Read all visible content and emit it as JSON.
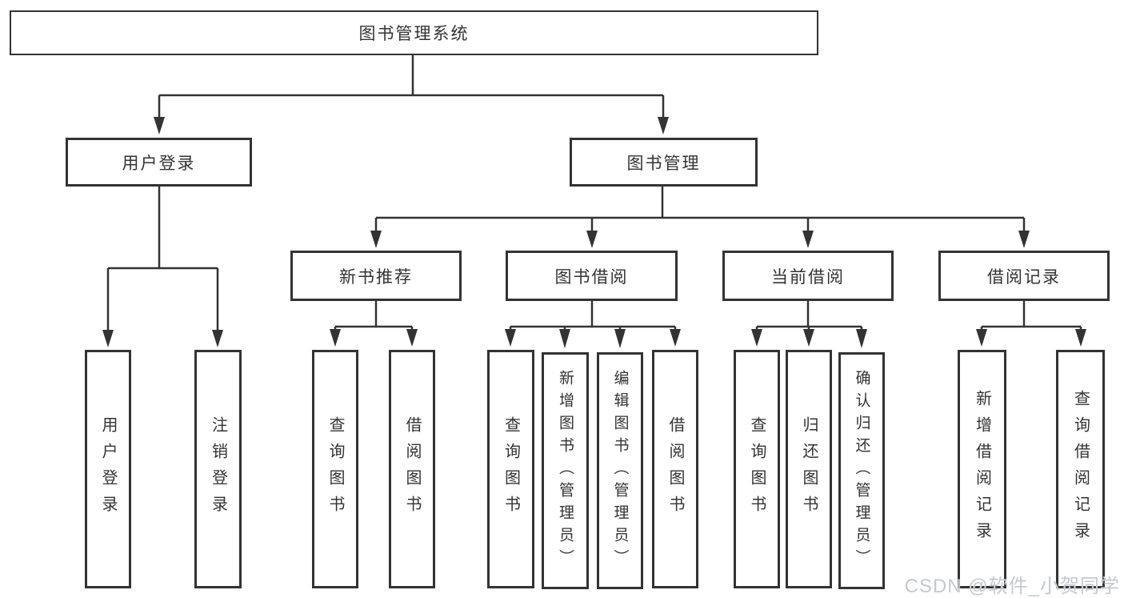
{
  "page": {
    "background": "#ffffff"
  },
  "colors": {
    "line": "#333333",
    "node_border": "#333333",
    "node_text": "#333333",
    "node_background": "#ffffff",
    "watermark_text": "#c5c9cd"
  },
  "watermark": {
    "text": "CSDN @软件_小贺同学"
  },
  "tree": {
    "root": {
      "label": "图书管理系统",
      "children": [
        {
          "label": "用户登录",
          "children": [
            {
              "label": "用户登录"
            },
            {
              "label": "注销登录"
            }
          ]
        },
        {
          "label": "图书管理",
          "children": [
            {
              "label": "新书推荐",
              "children": [
                {
                  "label": "查询图书"
                },
                {
                  "label": "借阅图书"
                }
              ]
            },
            {
              "label": "图书借阅",
              "children": [
                {
                  "label": "查询图书"
                },
                {
                  "label": "新增图书（管理员）"
                },
                {
                  "label": "编辑图书（管理员）"
                },
                {
                  "label": "借阅图书"
                }
              ]
            },
            {
              "label": "当前借阅",
              "children": [
                {
                  "label": "查询图书"
                },
                {
                  "label": "归还图书"
                },
                {
                  "label": "确认归还（管理员）"
                }
              ]
            },
            {
              "label": "借阅记录",
              "children": [
                {
                  "label": "新增借阅记录"
                },
                {
                  "label": "查询借阅记录"
                }
              ]
            }
          ]
        }
      ]
    }
  }
}
